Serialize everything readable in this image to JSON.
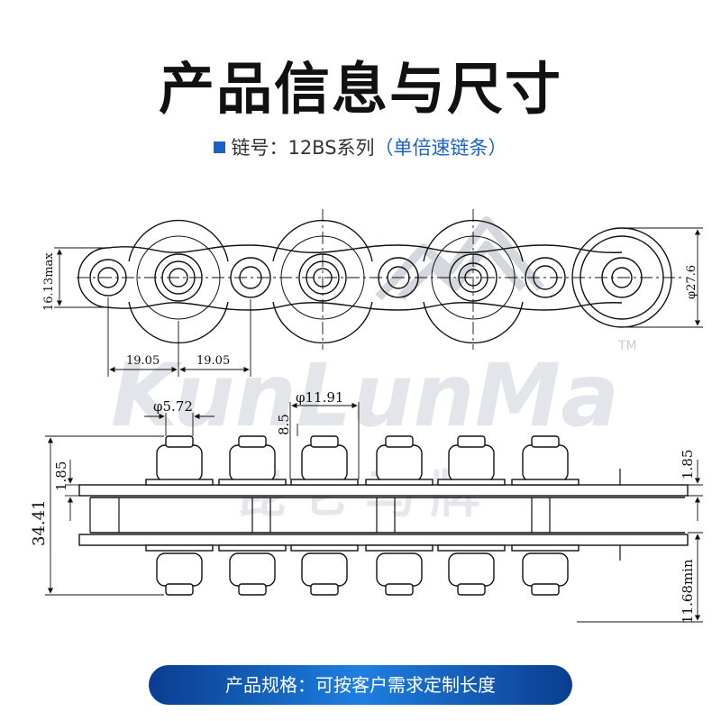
{
  "header": {
    "title": "产品信息与尺寸",
    "chain_no_prefix": "链号：12BS系列",
    "chain_no_type": "（单倍速链条）"
  },
  "dimensions": {
    "height_max": "16.13max",
    "roller_dia": "φ27.6",
    "pitch_1": "19.05",
    "pitch_2": "19.05",
    "pin_dia": "φ5.72",
    "bush_dia": "φ11.91",
    "offset": "8.5",
    "plate_thk_left": "1.85",
    "plate_thk_right": "1.85",
    "overall_width": "34.41",
    "inner_width": "11.68min"
  },
  "watermark": {
    "brand": "KunLunMa",
    "tm": "TM",
    "chinese": "昆仑马牌"
  },
  "footer": {
    "spec": "产品规格：可按客户需求定制长度"
  },
  "colors": {
    "accent": "#1a62c6",
    "bar_dark": "#0a3d8f",
    "bar_light": "#1e7fe0",
    "line": "#111111"
  }
}
